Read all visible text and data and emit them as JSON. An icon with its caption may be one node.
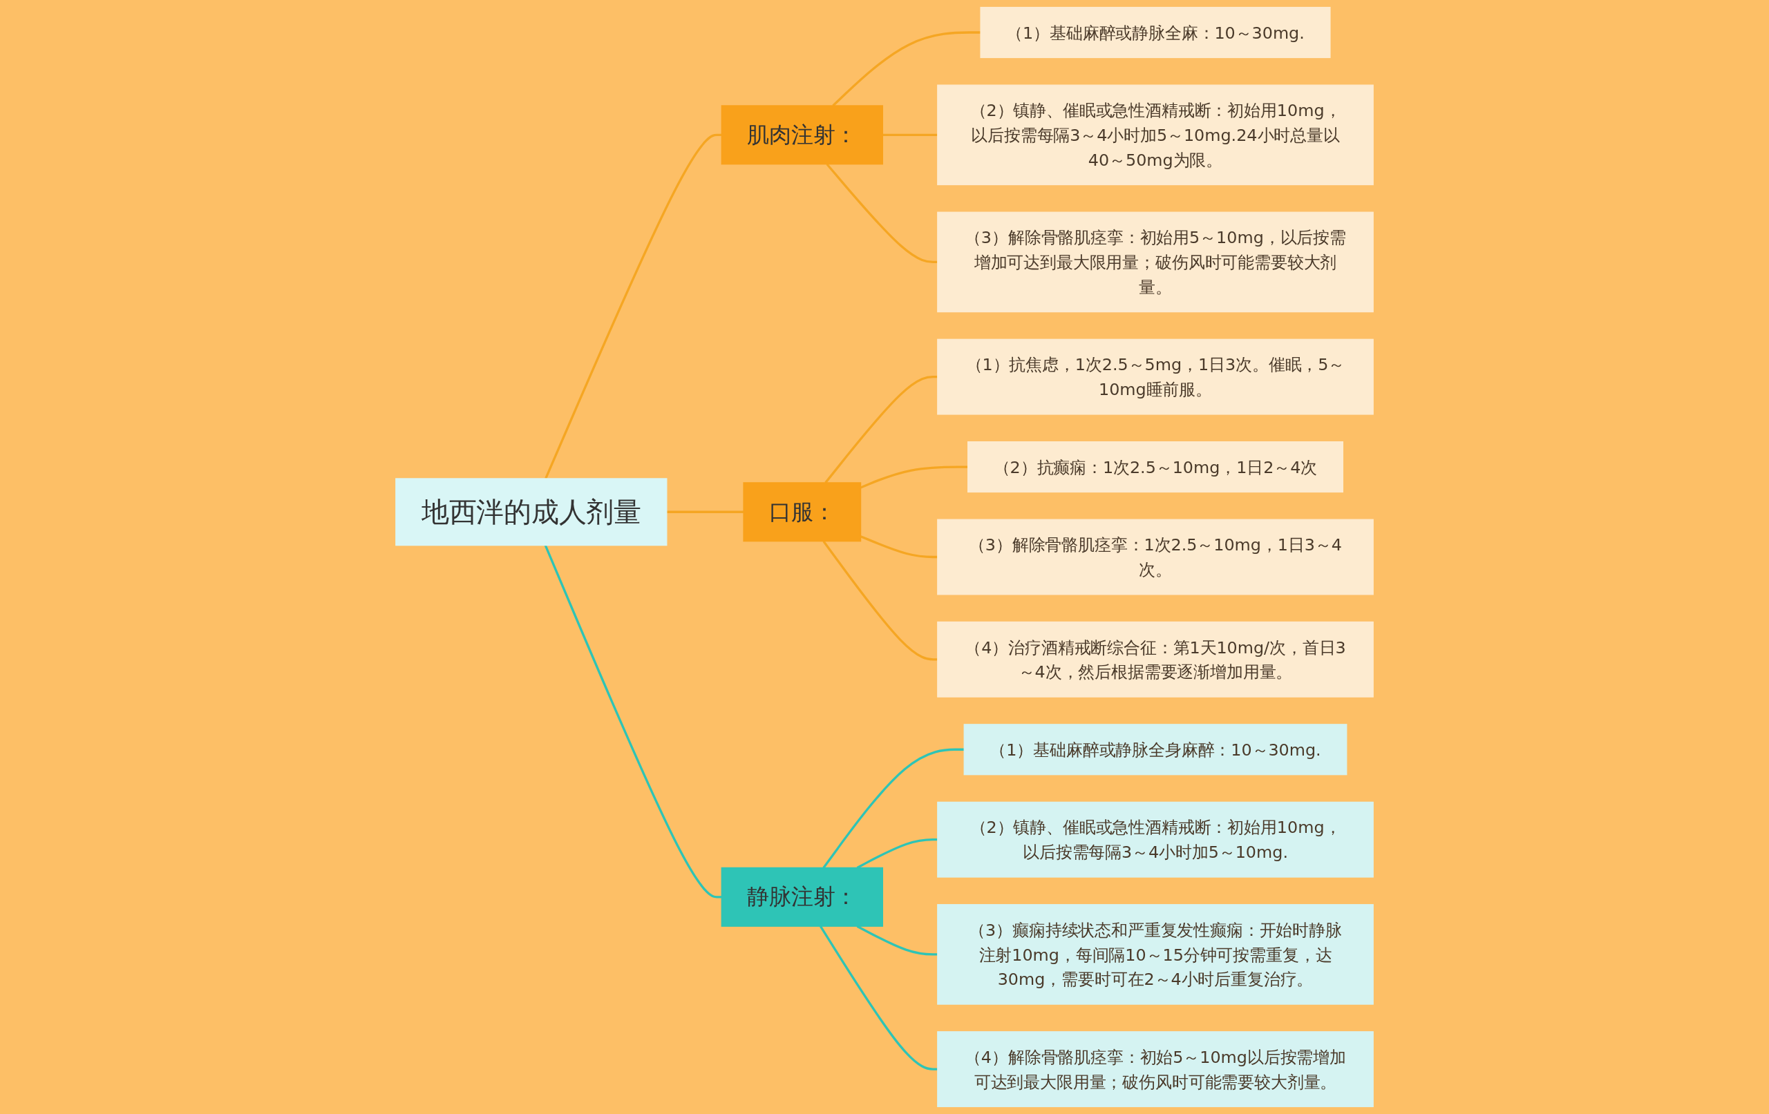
{
  "diagram": {
    "nodes": [
      {
        "text": [
          "地西泮的成人剂量"
        ]
      },
      {
        "text": [
          "肌肉注射："
        ]
      },
      {
        "text": [
          "（1）基础麻醉或静脉全麻：10～30mg."
        ]
      },
      {
        "text": [
          "（2）镇静、催眠或急性酒精戒断：初始用10mg，以后按需每隔3～4小时加5～10mg.24小时总量以40～50mg为限。"
        ]
      },
      {
        "text": [
          "（3）解除骨骼肌痉挛：初始用5～10mg，以后按需增加可达到最大限用量；破伤风时可能需要较大剂量。"
        ]
      },
      {
        "text": [
          "口服："
        ]
      },
      {
        "text": [
          "（1）抗焦虑，1次2.5～5mg，1日3次。催眠，5～10mg睡前服。"
        ]
      },
      {
        "text": [
          "（2）抗癫痫：1次2.5～10mg，1日2～4次"
        ]
      },
      {
        "text": [
          "（3）解除骨骼肌痉挛：1次2.5～10mg，1日3～4次。"
        ]
      },
      {
        "text": [
          "（4）治疗酒精戒断综合征：第1天10mg/次，首日3～4次，然后根据需要逐渐增加用量。"
        ]
      },
      {
        "text": [
          "静脉注射："
        ]
      },
      {
        "text": [
          "（1）基础麻醉或静脉全身麻醉：10～30mg."
        ]
      },
      {
        "text": [
          "（2）镇静、催眠或急性酒精戒断：初始用10mg，以后按需每隔3～4小时加5～10mg."
        ]
      },
      {
        "text": [
          "（3）癫痫持续状态和严重复发性癫痫：开始时静脉注射10mg，每间隔10～15分钟可按需重复，达30mg，需要时可在2～4小时后重复治疗。"
        ]
      },
      {
        "text": [
          "（4）解除骨骼肌痉挛：初始5～10mg以后按需增加可达到最大限用量；破伤风时可能需要较大剂量。"
        ]
      }
    ],
    "edges": [
      {
        "from": 0,
        "to": 1,
        "arrow": "none"
      },
      {
        "from": 1,
        "to": 2,
        "arrow": "none"
      },
      {
        "from": 1,
        "to": 3,
        "arrow": "none"
      },
      {
        "from": 1,
        "to": 4,
        "arrow": "none"
      },
      {
        "from": 0,
        "to": 5,
        "arrow": "none"
      },
      {
        "from": 5,
        "to": 6,
        "arrow": "none"
      },
      {
        "from": 5,
        "to": 7,
        "arrow": "none"
      },
      {
        "from": 5,
        "to": 8,
        "arrow": "none"
      },
      {
        "from": 5,
        "to": 9,
        "arrow": "none"
      },
      {
        "from": 0,
        "to": 10,
        "arrow": "none",
        "color": "#2ec4b6"
      },
      {
        "from": 10,
        "to": 11,
        "arrow": "none",
        "color": "#2ec4b6"
      },
      {
        "from": 10,
        "to": 12,
        "arrow": "none",
        "color": "#2ec4b6"
      },
      {
        "from": 10,
        "to": 13,
        "arrow": "none",
        "color": "#2ec4b6"
      },
      {
        "from": 10,
        "to": 14,
        "arrow": "none",
        "color": "#2ec4b6"
      }
    ]
  }
}
